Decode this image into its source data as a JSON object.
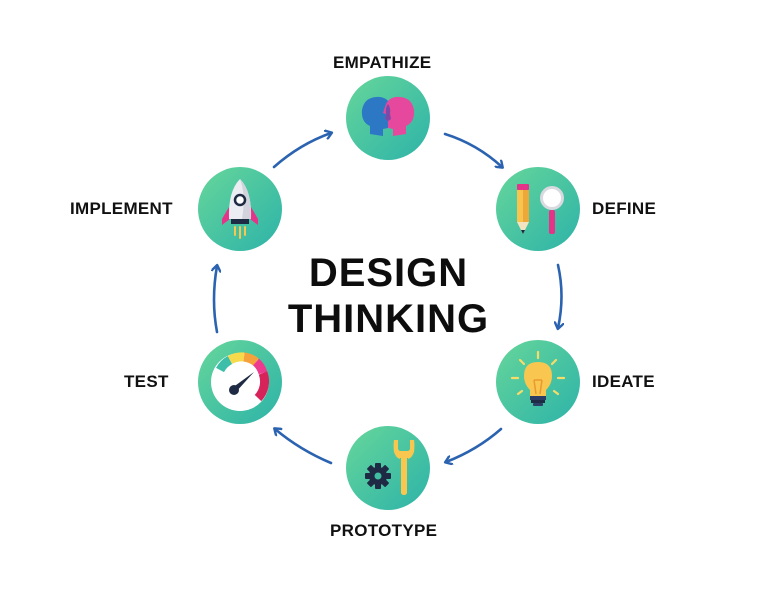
{
  "title": {
    "line1": "DESIGN",
    "line2": "THINKING"
  },
  "colors": {
    "circle_start": "#5fd39a",
    "circle_end": "#2fb5a8",
    "arrow": "#2b63b0",
    "text": "#111111"
  },
  "stages": [
    {
      "id": "empathize",
      "label": "EMPATHIZE",
      "icon": "heads-icon"
    },
    {
      "id": "define",
      "label": "DEFINE",
      "icon": "pencil-magnifier-icon"
    },
    {
      "id": "ideate",
      "label": "IDEATE",
      "icon": "lightbulb-icon"
    },
    {
      "id": "prototype",
      "label": "PROTOTYPE",
      "icon": "gear-wrench-icon"
    },
    {
      "id": "test",
      "label": "TEST",
      "icon": "gauge-icon"
    },
    {
      "id": "implement",
      "label": "IMPLEMENT",
      "icon": "rocket-icon"
    }
  ],
  "flow": [
    "EMPATHIZE",
    "DEFINE",
    "IDEATE",
    "PROTOTYPE",
    "TEST",
    "IMPLEMENT",
    "EMPATHIZE"
  ]
}
